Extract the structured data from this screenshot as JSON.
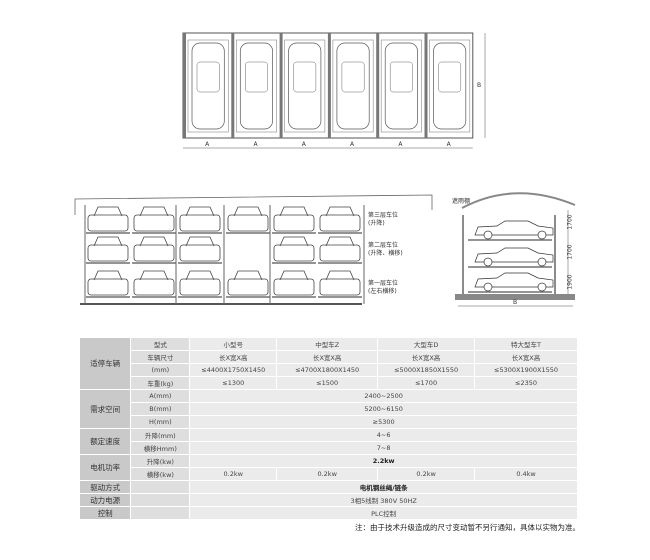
{
  "top_view": {
    "dim_labels": [
      "A",
      "A",
      "A",
      "A",
      "A",
      "A"
    ],
    "depth_label": "B",
    "bays": 6
  },
  "front_view": {
    "levels": [
      {
        "label": "第三层车位",
        "sub": "(升降)"
      },
      {
        "label": "第二层车位",
        "sub": "(升降、横移)"
      },
      {
        "label": "第一层车位",
        "sub": "(左右横移)"
      }
    ]
  },
  "side_view": {
    "canopy_label": "遮雨棚",
    "heights": [
      "1700",
      "1700",
      "1900"
    ],
    "width_label": "B"
  },
  "table": {
    "rows": [
      {
        "group": "适停车辆",
        "sub": "型式",
        "cells": [
          "小型号",
          "中型车Z",
          "大型车D",
          "特大型车T"
        ]
      },
      {
        "sub": "车辆尺寸",
        "cells": [
          "长X宽X高",
          "长X宽X高",
          "长X宽X高",
          "长X宽X高"
        ]
      },
      {
        "sub": "(mm)",
        "cells": [
          "≤4400X1750X1450",
          "≤4700X1800X1450",
          "≤5000X1850X1550",
          "≤5300X1900X1550"
        ]
      },
      {
        "sub": "车重(kg)",
        "cells": [
          "≤1300",
          "≤1500",
          "≤1700",
          "≤2350"
        ]
      },
      {
        "group": "需求空间",
        "sub": "A(mm)",
        "span": "2400~2500"
      },
      {
        "sub": "B(mm)",
        "span": "5200~6150"
      },
      {
        "sub": "H(mm)",
        "span": "≥5300"
      },
      {
        "group": "额定速度",
        "sub": "升降(mm)",
        "span": "4~6"
      },
      {
        "sub": "横移Hmm)",
        "span": "7~8"
      },
      {
        "group": "电机功率",
        "sub": "升降(kw)",
        "span": "2.2kw"
      },
      {
        "sub": "横移(kw)",
        "cells": [
          "0.2kw",
          "0.2kw",
          "0.2kw",
          "0.4kw"
        ]
      },
      {
        "group": "驱动方式",
        "sub": "",
        "span": "电机钢丝绳/链条"
      },
      {
        "group": "动力电源",
        "sub": "",
        "span": "3相5线制 380V 50HZ"
      },
      {
        "group": "控制",
        "sub": "",
        "span": "PLC控制"
      }
    ]
  },
  "note": "注：由于技术升级造成的尺寸变动暂不另行通知，具体以实物为准。"
}
